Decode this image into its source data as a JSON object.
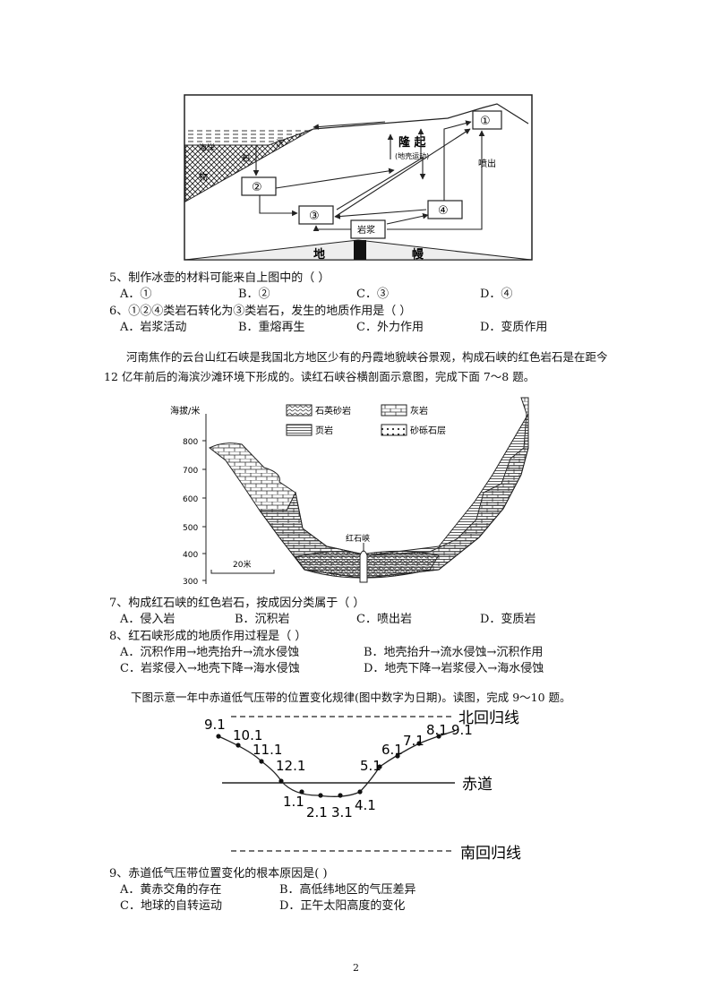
{
  "diagram1": {
    "node1": "①",
    "node2": "②",
    "node3": "③",
    "node4": "④",
    "magma": "岩浆",
    "ocean": "海洋",
    "sediment1": "沉",
    "sediment2": "积",
    "sediment3": "物",
    "uplift": "隆  起",
    "uplift_note": "(地壳运动)",
    "erupt": "喷出",
    "mantle1": "地",
    "mantle2": "幔"
  },
  "q5": {
    "text": "5、制作冰壶的材料可能来自上图中的（      ）",
    "options": [
      "A．①",
      "B．②",
      "C．③",
      "D．④"
    ]
  },
  "q6": {
    "text": "6、①②④类岩石转化为③类岩石，发生的地质作用是（      ）",
    "options": [
      "A．岩浆活动",
      "B．重熔再生",
      "C．外力作用",
      "D．变质作用"
    ]
  },
  "intro78": "河南焦作的云台山红石峡是我国北方地区少有的丹霞地貌峡谷景观，构成石峡的红色岩石是在距今 12 亿年前后的海滨沙滩环境下形成的。读红石峡谷横剖面示意图，完成下面 7～8 题。",
  "diagram2": {
    "ylabel": "海拔/米",
    "yticks": [
      "800",
      "700",
      "600",
      "500",
      "400",
      "300"
    ],
    "legend": [
      "石英砂岩",
      "灰岩",
      "页岩",
      "砂砾石层"
    ],
    "gorge_label": "红石峡",
    "scale": "20米"
  },
  "q7": {
    "text": "7、构成红石峡的红色岩石，按成因分类属于（      ）",
    "options": [
      "A．侵入岩",
      "B．沉积岩",
      "C．喷出岩",
      "D．变质岩"
    ]
  },
  "q8": {
    "text": "8、红石峡形成的地质作用过程是（      ）",
    "options": [
      "A．沉积作用→地壳抬升→流水侵蚀",
      "B．地壳抬升→流水侵蚀→沉积作用",
      "C．岩浆侵入→地壳下降→海水侵蚀",
      "D．地壳下降→岩浆侵入→海水侵蚀"
    ]
  },
  "intro910": "下图示意一年中赤道低气压带的位置变化规律(图中数字为日期)。读图，完成 9～10 题。",
  "diagram3": {
    "north": "北回归线",
    "equator": "赤道",
    "south": "南回归线",
    "dates": [
      "9.1",
      "10.1",
      "11.1",
      "12.1",
      "1.1",
      "2.1",
      "3.1",
      "4.1",
      "5.1",
      "6.1",
      "7.1",
      "8.1",
      "9.1"
    ]
  },
  "q9": {
    "text": "9、赤道低气压带位置变化的根本原因是(      )",
    "options": [
      "A．黄赤交角的存在",
      "B．高低纬地区的气压差异",
      "C．地球的自转运动",
      "D．正午太阳高度的变化"
    ]
  },
  "page_number": "2"
}
